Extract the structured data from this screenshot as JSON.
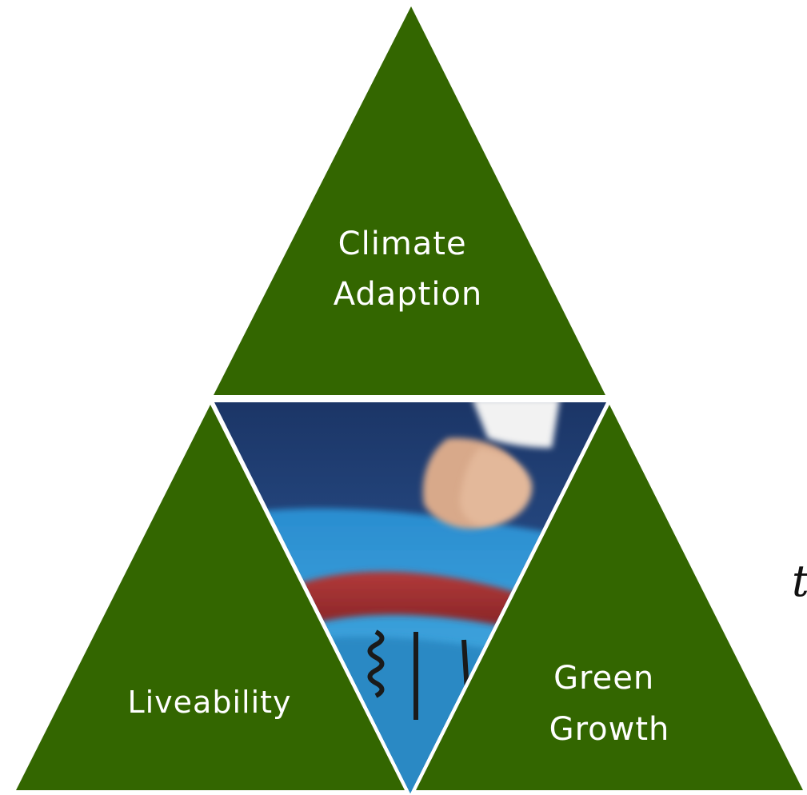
{
  "diagram": {
    "top_label": [
      "Climate",
      "Adaption"
    ],
    "left_label": [
      "Liveability"
    ],
    "right_label": [
      "Green",
      "Growth"
    ],
    "stray_glyph": "t"
  },
  "colors": {
    "triangle_fill": "#336600",
    "divider": "#ffffff",
    "label_text": "#ffffff",
    "photo_backdrop": "#1f3d6e",
    "photo_mat": "#3fa3d8",
    "photo_frame": "#9c2b2b"
  }
}
